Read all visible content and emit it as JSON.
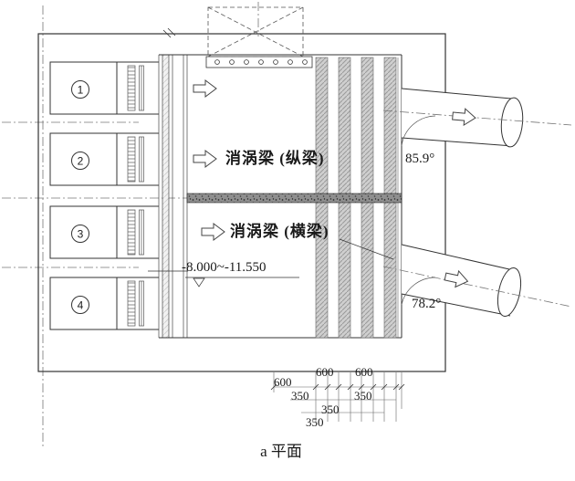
{
  "figure": {
    "caption": "a 平面"
  },
  "bays": [
    "1",
    "2",
    "3",
    "4"
  ],
  "labels": {
    "longitudinal_beam": "消涡梁 (纵梁)",
    "transverse_beam": "消涡梁 (横梁)",
    "elevation": "-8.000~-11.550",
    "angle_top": "85.9°",
    "angle_bottom": "78.2°"
  },
  "dims": [
    "600",
    "600",
    "600",
    "350",
    "350",
    "350",
    "350"
  ],
  "colors": {
    "line": "#333333",
    "centerline": "#777777",
    "bar_fill": "#cfcfcf",
    "beam_fill": "#8f8f8f"
  }
}
